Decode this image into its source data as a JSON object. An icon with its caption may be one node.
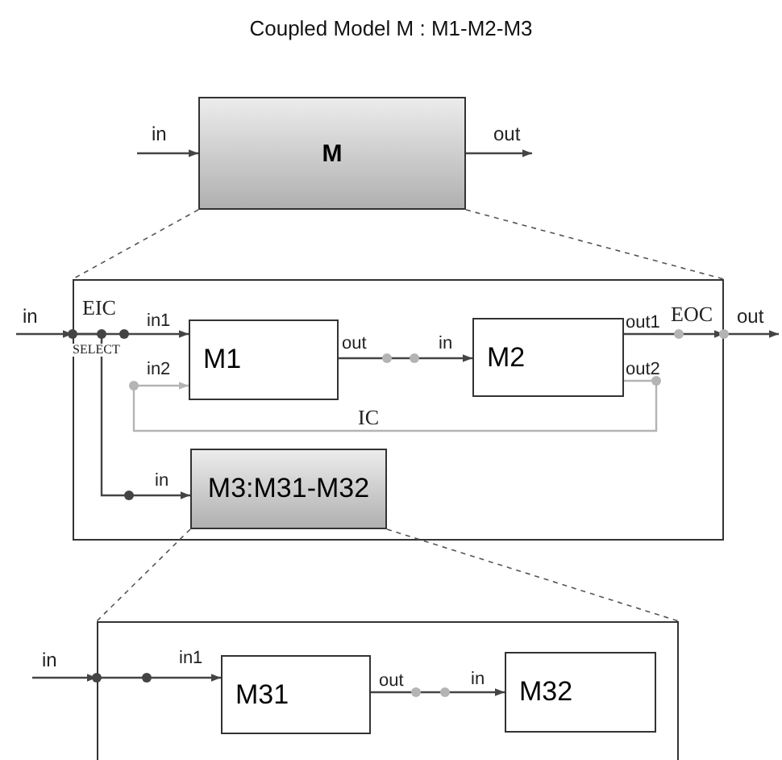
{
  "diagram": {
    "title": "Coupled Model M : M1-M2-M3",
    "nodes": [
      {
        "text": [
          "M"
        ]
      },
      {
        "text": [],
        "shape": "box"
      },
      {
        "text": [
          "M1"
        ],
        "in": 1
      },
      {
        "text": [
          "M2"
        ],
        "in": 1
      },
      {
        "text": [
          "M3:M31-M32"
        ],
        "in": 1
      },
      {
        "text": [],
        "shape": "box"
      },
      {
        "text": [
          "M31"
        ],
        "in": 5
      },
      {
        "text": [
          "M32"
        ],
        "in": 5
      }
    ],
    "edges": [
      {
        "from": null,
        "to": 0,
        "arrow": "to",
        "label": "in"
      },
      {
        "from": 0,
        "to": null,
        "arrow": "to",
        "label": "out"
      },
      {
        "from": 0,
        "to": 1,
        "arrow": "none",
        "style": "dashed"
      },
      {
        "from": 0,
        "to": 1,
        "arrow": "none",
        "style": "dashed"
      },
      {
        "from": null,
        "to": 1,
        "arrow": "to",
        "label": "in"
      },
      {
        "from": 1,
        "to": 2,
        "arrow": "to"
      },
      {
        "from": 1,
        "to": 4,
        "arrow": "to"
      },
      {
        "from": 2,
        "to": 3,
        "arrow": "to"
      },
      {
        "from": 3,
        "to": 1,
        "arrow": "to"
      },
      {
        "from": 1,
        "to": null,
        "arrow": "to",
        "label": "out"
      },
      {
        "from": 3,
        "to": 2,
        "arrow": "to",
        "label": "IC",
        "color": "#b4b4b4"
      },
      {
        "from": 4,
        "to": 5,
        "arrow": "none",
        "style": "dashed"
      },
      {
        "from": 4,
        "to": 5,
        "arrow": "none",
        "style": "dashed"
      },
      {
        "from": null,
        "to": 5,
        "arrow": "to",
        "label": "in"
      },
      {
        "from": 5,
        "to": 6,
        "arrow": "to"
      },
      {
        "from": 6,
        "to": 7,
        "arrow": "to"
      }
    ],
    "labels": [
      "EIC",
      "SELECT",
      "in1",
      "in2",
      "out",
      "in",
      "out1",
      "out2",
      "EOC",
      "in",
      "in1",
      "out",
      "in"
    ]
  }
}
